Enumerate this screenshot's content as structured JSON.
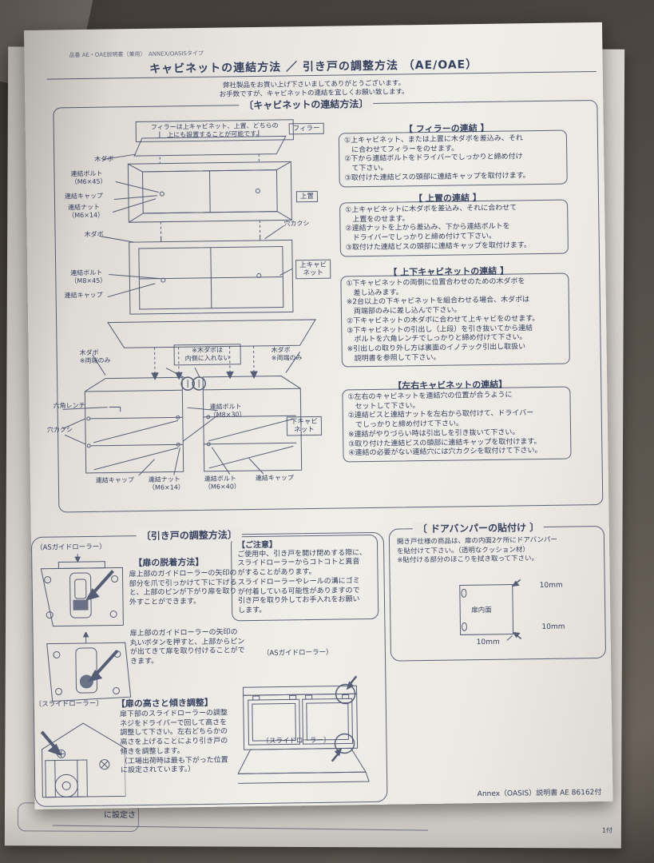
{
  "page": {
    "doc_code": "品番 AE・OAE説明書（兼用）　ANNEX/OASISタイプ",
    "title": "キャビネットの連結方法 ／ 引き戸の調整方法 （AE/OAE）",
    "greeting1": "弊社製品をお買い上げ下さいましてありがとうございます。",
    "greeting2": "お手数ですが、キャビネットの連結を宜しくお願い致します。",
    "footer": "Annex（OASIS）説明書 AE 86162付"
  },
  "ghost": {
    "under_text": "に設定さ",
    "under_text_right": "1付"
  },
  "cabinet": {
    "frame_label": "〔キャビネットの連結方法〕",
    "labels": {
      "filler_note1": "フィラーは上キャビネット、上置、どちらの",
      "filler_note2": "上にも設置することが可能です。",
      "filler": "フィラー",
      "kidabo1": "木ダボ",
      "bolt645a": "連結ボルト",
      "bolt645b": "（M6×45）",
      "cap1": "連結キャップ",
      "nut614a": "連結ナット",
      "nut614b": "（M6×14）",
      "kidabo2": "木ダボ",
      "uwaoki": "上置",
      "anakakushi1": "穴カクシ",
      "bolt845a": "連結ボルト",
      "bolt845b": "（M8×45）",
      "cap2": "連結キャップ",
      "kamicabi1": "上キャビ",
      "kamicabi2": "ネット",
      "note_inner1": "※木ダボは",
      "note_inner2": "内側に入れない",
      "kidabo_l1": "木ダボ",
      "kidabo_l2": "※両端のみ",
      "kidabo_r1": "木ダボ",
      "kidabo_r2": "※両端のみ",
      "hex_wrench": "六角レンチ",
      "anakakushi2": "穴カクシ",
      "bolt830a": "連結ボルト",
      "bolt830b": "（M8×30）",
      "shimocabi1": "下キャビ",
      "shimocabi2": "ネット",
      "cap3": "連結キャップ",
      "nut614c": "連結ナット",
      "nut614d": "（M6×14）",
      "bolt640a": "連結ボルト",
      "bolt640b": "（M6×40）",
      "cap4": "連結キャップ"
    },
    "boxes": [
      {
        "title": "【 フィラーの連結 】",
        "lines": [
          "①上キャビネット、または上置に木ダボを差込み、それ",
          "　に合わせてフィラーをのせます。",
          "②下から連結ボルトをドライバーでしっかりと締め付け",
          "　て下さい。",
          "③取付けた連結ビスの頭部に連結キャップを取付けます。"
        ]
      },
      {
        "title": "【 上置の連結 】",
        "lines": [
          "①上キャビネットに木ダボを差込み、それに合わせて",
          "　上置をのせます。",
          "②連結ナットを上から差込み、下から連結ボルトを",
          "　ドライバーでしっかりと締め付けて下さい。",
          "③取付けた連結ビスの頭部に連結キャップを取付けます。"
        ]
      },
      {
        "title": "【 上下キャビネットの連結 】",
        "lines": [
          "①下キャビネットの両側に位置合わせのための木ダボを",
          "　差し込みます。",
          "※2台以上の下キャビネットを組合わせる場合、木ダボは",
          "　両端部のみに差し込んで下さい。",
          "②下キャビネットの木ダボに合わせて上キャビをのせます。",
          "③下キャビネットの引出し（上段）を引き抜いてから連結",
          "　ボルトを六角レンチでしっかりと締め付けて下さい。",
          "※引出しの取り外し方は裏面のイノテック引出し取扱い",
          "　説明書を参照して下さい。"
        ]
      },
      {
        "title": "【左右キャビネットの連結】",
        "lines": [
          "①左右のキャビネットを連結穴の位置が合うように",
          "　セットして下さい。",
          "②連結ビスと連結ナットを左右から取付けて、ドライバー",
          "　でしっかりと締め付けて下さい。",
          "※連結がやりづらい時は引出しを引き抜いて下さい。",
          "③取り付けた連結ビスの頭部に連結キャップを取付けます。",
          "④連結の必要がない連結穴には穴カクシを取付けて下さい。"
        ]
      }
    ]
  },
  "sliding": {
    "frame_label": "〔引き戸の調整方法〕",
    "as_roller": "（ASガイドローラー）",
    "detach_title": "【扉の脱着方法】",
    "detach1": [
      "扉上部のガイドローラーの矢印の",
      "部分を爪で引っかけて下に下げる",
      "と、上部のピンが下がり扉を取り",
      "外すことができます。"
    ],
    "detach2": [
      "扉上部のガイドローラーの矢印の",
      "丸いボタンを押すと、上部からピン",
      "が出てきて扉を取り付けることがで",
      "きます。"
    ],
    "caution_title": "【ご注意】",
    "caution": [
      "ご使用中、引き戸を開け閉めする際に、",
      "スライドローラーからコトコトと異音",
      "がすることがあります。",
      "スライドローラーやレールの溝にゴミ",
      "が付着している可能性がありますので",
      "引き戸を取り外してお手入れをお願い",
      "します。"
    ],
    "slide_roller": "〔スライドローラー〕",
    "height_title": "【扉の高さと傾き調整】",
    "height": [
      "扉下部のスライドローラーの調整",
      "ネジをドライバーで回して高さを",
      "調整して下さい。左右どちらかの",
      "高さを上げることにより引き戸の",
      "傾きを調整します。",
      "（工場出荷時は最も下がった位置",
      "に設定されています。）"
    ],
    "cab_as_roller": "（ASガイドローラー）",
    "cab_slide_roller": "〔スライドローラー〕"
  },
  "bumper": {
    "frame_label": "〔 ドアバンパーの貼付け 〕",
    "lines": [
      "開き戸仕様の商品は、扉の内面2ケ所にドアバンパー",
      "を貼付けて下さい。（透明なクッション材）",
      "※貼付ける部分のほこりを拭き取って下さい。"
    ],
    "door_label": "扉内面",
    "dim1": "10mm",
    "dim2": "10mm",
    "dim3": "10mm"
  }
}
